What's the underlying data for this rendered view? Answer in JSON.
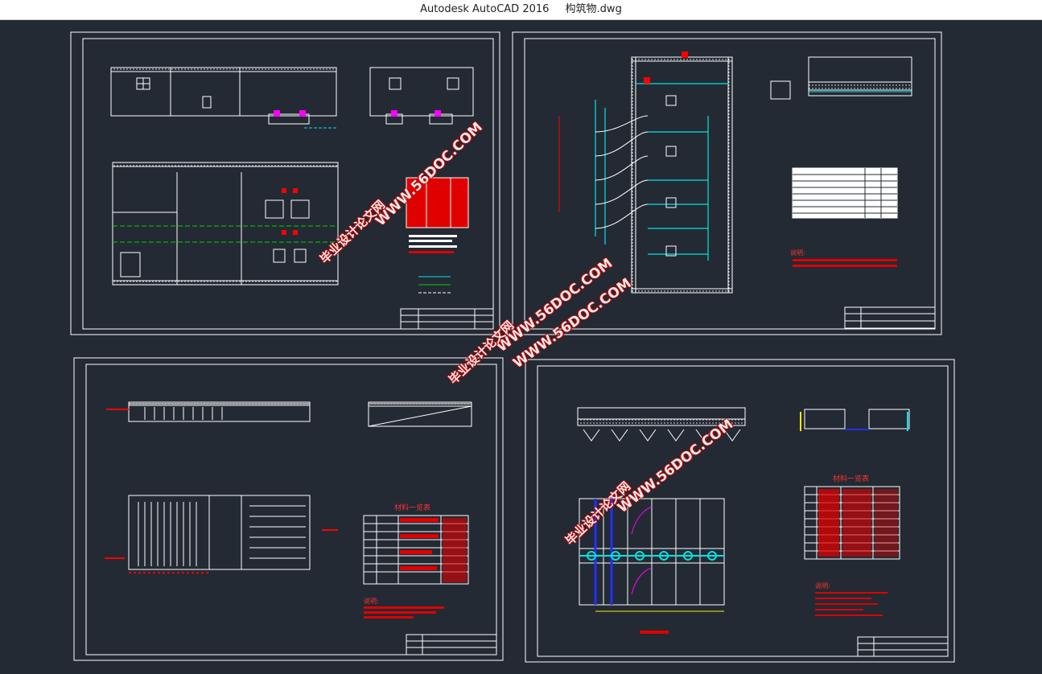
{
  "window": {
    "app_title": "Autodesk AutoCAD 2016",
    "file_name": "构筑物.dwg"
  },
  "watermarks": {
    "site": "WWW.56DOC.COM",
    "brand": "毕业设计论文网"
  },
  "colors": {
    "background": "#232a33",
    "linework": "#ffffff",
    "annotation": "#ff0000",
    "pipe_cyan": "#00e5e5",
    "pipe_green": "#00d000",
    "pipe_blue": "#2030ff",
    "pipe_magenta": "#ff00ff",
    "pipe_yellow": "#ffee00"
  },
  "sheets": [
    {
      "id": "sheet-1"
    },
    {
      "id": "sheet-2"
    },
    {
      "id": "sheet-3"
    },
    {
      "id": "sheet-4"
    }
  ],
  "labels": {
    "materials_table_title": "材料一览表",
    "materials_table_title_2": "材料一览表",
    "notes_title": "说明:",
    "notes_title_2": "说明:",
    "notes_title_3": "说明:"
  }
}
